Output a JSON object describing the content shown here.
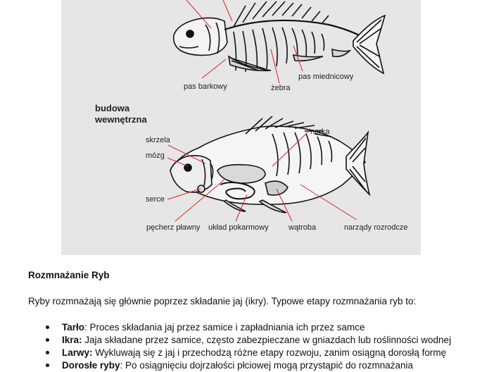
{
  "figure": {
    "top_labels": {
      "pas_barkowy": "pas barkowy",
      "zebra": "żebra",
      "pas_miednicowy": "pas miednicowy"
    },
    "section_title_line1": "budowa",
    "section_title_line2": "wewnętrzna",
    "labels": {
      "skrzela": "skrzela",
      "mozg": "mózg",
      "serce": "serce",
      "nerka": "nerka",
      "pecherz": "pęcherz pławny",
      "uklad": "układ pokarmowy",
      "watroba": "wątroba",
      "narzady": "narządy rozrodcze"
    }
  },
  "heading": "Rozmnażanie Ryb",
  "intro": "Ryby rozmnażają się głównie poprzez składanie jaj (ikry). Typowe etapy rozmnażania ryb to:",
  "stages": [
    {
      "term": "Tarło",
      "sep": ":",
      "text": " Proces składania jaj przez samice i zapładniania ich przez samce"
    },
    {
      "term": "Ikra:",
      "sep": "",
      "text": " Jaja składane przez samice, często zabezpieczane w gniazdach lub roślinności wodnej"
    },
    {
      "term": "Larwy:",
      "sep": "",
      "text": " Wykluwają się z jaj i przechodzą różne etapy rozwoju, zanim osiągną dorosłą formę"
    },
    {
      "term": "Dorosłe ryby",
      "sep": ":",
      "text": " Po osiągnięciu dojrzałości płciowej mogą przystąpić do rozmnażania"
    }
  ]
}
